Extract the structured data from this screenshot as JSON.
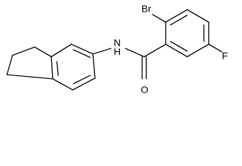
{
  "molecule": {
    "atom_labels": {
      "bromine": "Br",
      "amide_nitrogen": "N",
      "amide_hydrogen": "H",
      "fluorine": "F",
      "carbonyl_oxygen": "O"
    }
  },
  "colors": {
    "background": "#ffffff",
    "ink": "#000000"
  }
}
